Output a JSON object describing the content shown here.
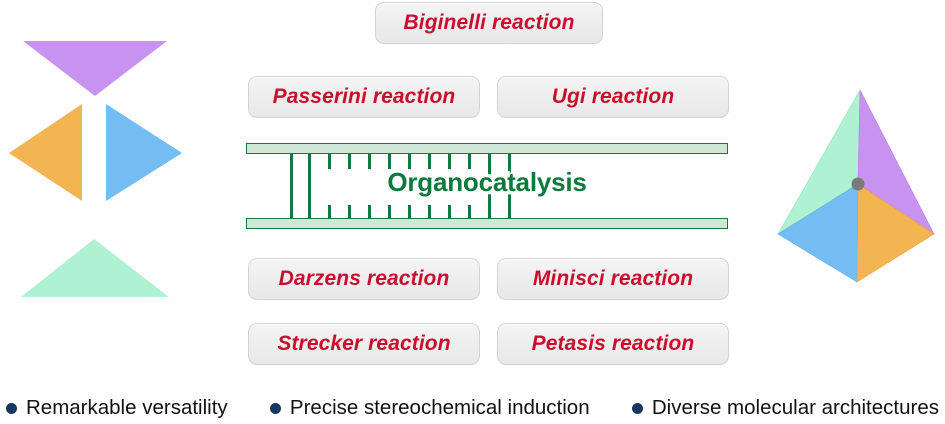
{
  "figure": {
    "title": "Organocatalysis overview figure",
    "center_label": "Organocatalysis"
  },
  "colors": {
    "reaction_text": "#c8102e",
    "pill_fill": "#ededed",
    "pill_border": "#d2d2d2",
    "ladder_green": "#13793f",
    "ladder_rail_fill": "#cfe8d5",
    "center_label_text": "#0b7a3c",
    "bullet_navy": "#17375e",
    "face_purple": "#c792f0",
    "face_orange": "#f2b551",
    "face_blue": "#73bdf2",
    "face_green": "#aff2d2",
    "vertex_dot_gray": "#7a7a7a"
  },
  "reactions": {
    "top_center": "Biginelli reaction",
    "upper_left": "Passerini reaction",
    "upper_right": "Ugi reaction",
    "lower_left": "Darzens reaction",
    "lower_right": "Minisci reaction",
    "bottom_left": "Strecker reaction",
    "bottom_right": "Petasis reaction"
  },
  "ladder": {
    "rung_count": 12,
    "rung_x_positions": [
      44,
      62,
      82,
      102,
      122,
      142,
      162,
      182,
      202,
      222,
      242,
      262
    ],
    "rail_label": "Organocatalysis"
  },
  "tetrahedron_left": {
    "name": "exploded-tetrahedron",
    "faces": [
      {
        "name": "face-purple",
        "color": "#c792f0",
        "orientation": "down"
      },
      {
        "name": "face-orange",
        "color": "#f2b551",
        "orientation": "left"
      },
      {
        "name": "face-blue",
        "color": "#73bdf2",
        "orientation": "right"
      },
      {
        "name": "face-green",
        "color": "#aff2d2",
        "orientation": "up"
      }
    ]
  },
  "tetrahedron_right": {
    "name": "assembled-tetrahedron",
    "faces": [
      {
        "name": "face-green",
        "color": "#aff2d2"
      },
      {
        "name": "face-purple",
        "color": "#c792f0"
      },
      {
        "name": "face-blue",
        "color": "#73bdf2"
      },
      {
        "name": "face-orange",
        "color": "#f2b551"
      }
    ],
    "center_vertex_dot": true
  },
  "caption": {
    "items": [
      {
        "text": "Remarkable versatility"
      },
      {
        "text": "Precise stereochemical induction"
      },
      {
        "text": "Diverse molecular architectures"
      }
    ]
  }
}
